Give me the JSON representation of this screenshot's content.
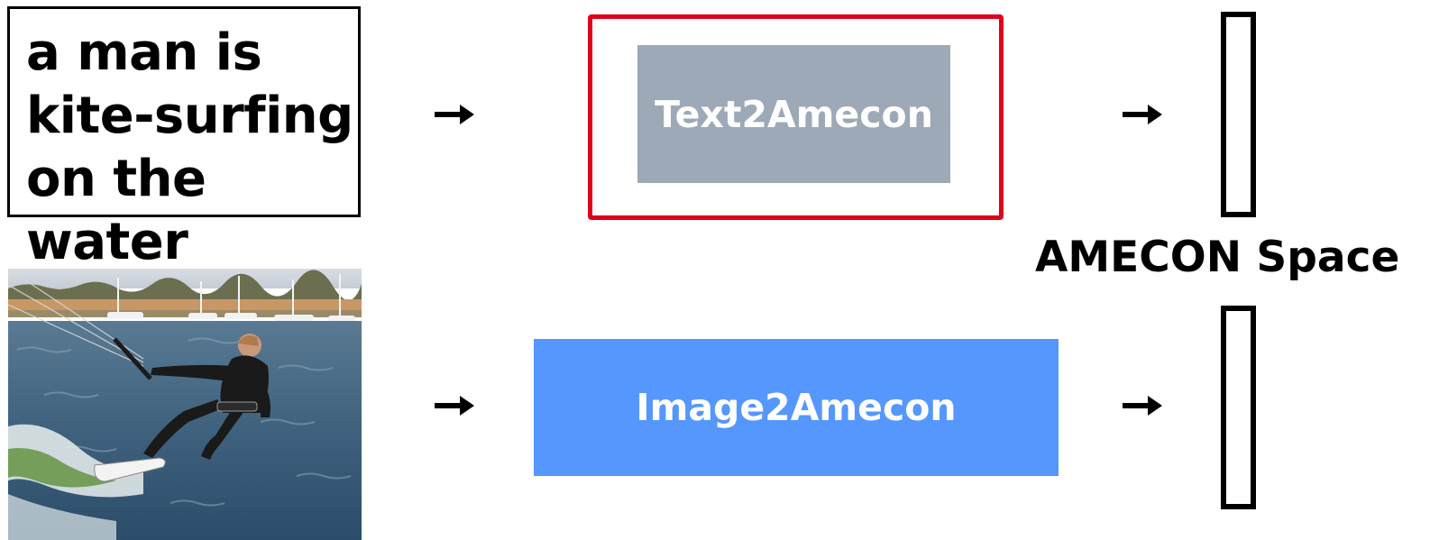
{
  "caption": {
    "text": "a man is\nkite-surfing\non the water"
  },
  "text_encoder": {
    "label": "Text2Amecon",
    "fill_color": "#9da9b6",
    "highlight_color": "#e0001b"
  },
  "image_encoder": {
    "label": "Image2Amecon",
    "fill_color": "#5597fd"
  },
  "embedding_space": {
    "label": "AMECON Space"
  },
  "icons": {
    "arrow": "right-arrow-icon"
  }
}
